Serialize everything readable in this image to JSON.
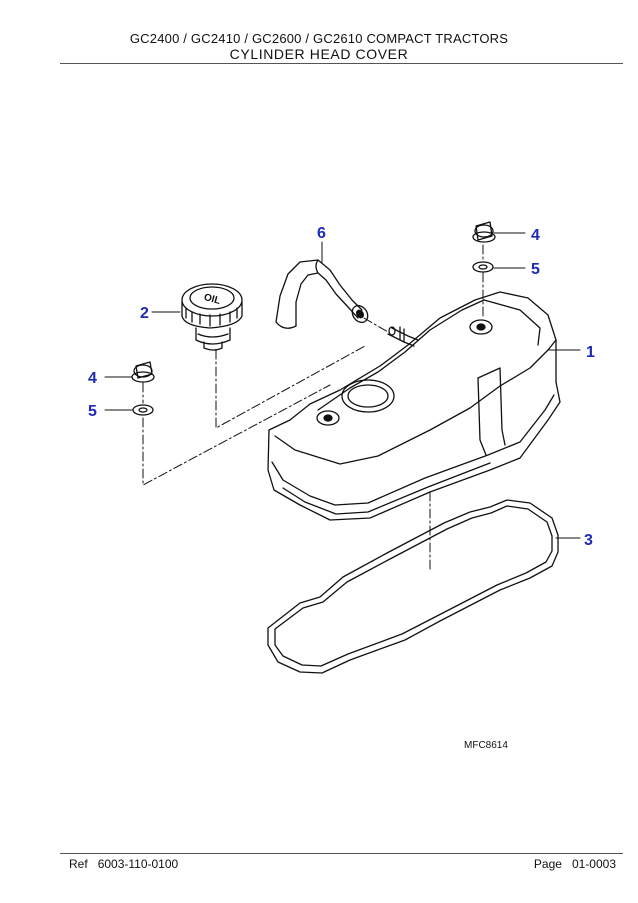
{
  "header": {
    "models": "GC2400 / GC2410 / GC2600 / GC2610 COMPACT TRACTORS",
    "section": "CYLINDER HEAD COVER"
  },
  "diagram": {
    "callouts": [
      "1",
      "2",
      "3",
      "4",
      "5",
      "6",
      "4",
      "5"
    ],
    "figure_ref": "MFC8614",
    "cap_marking": "OIL",
    "colors": {
      "callout": "#1e2ab6",
      "line": "#111111"
    }
  },
  "footer": {
    "ref_label": "Ref",
    "ref_value": "6003-110-0100",
    "page_label": "Page",
    "page_value": "01-0003"
  }
}
